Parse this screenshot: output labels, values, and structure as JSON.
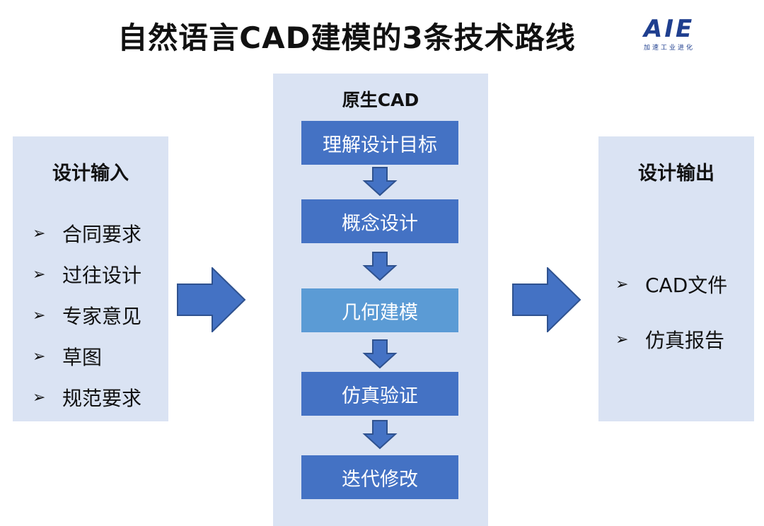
{
  "title": "自然语言CAD建模的3条技术路线",
  "logo": {
    "main": "AIE",
    "sub": "加速工业进化"
  },
  "input_panel": {
    "heading": "设计输入",
    "items": [
      "合同要求",
      "过往设计",
      "专家意见",
      "草图",
      "规范要求"
    ]
  },
  "center_panel": {
    "heading": "原生CAD",
    "steps": [
      "理解设计目标",
      "概念设计",
      "几何建模",
      "仿真验证",
      "迭代修改"
    ],
    "highlighted_step": "几何建模"
  },
  "output_panel": {
    "heading": "设计输出",
    "items": [
      "CAD文件",
      "仿真报告"
    ]
  },
  "bullet_symbol": "➢",
  "colors": {
    "panel_bg": "#dae3f3",
    "step_fill": "#4472c4",
    "highlight_fill": "#5b9bd5",
    "arrow_fill": "#4472c4",
    "arrow_stroke": "#2f528f"
  }
}
